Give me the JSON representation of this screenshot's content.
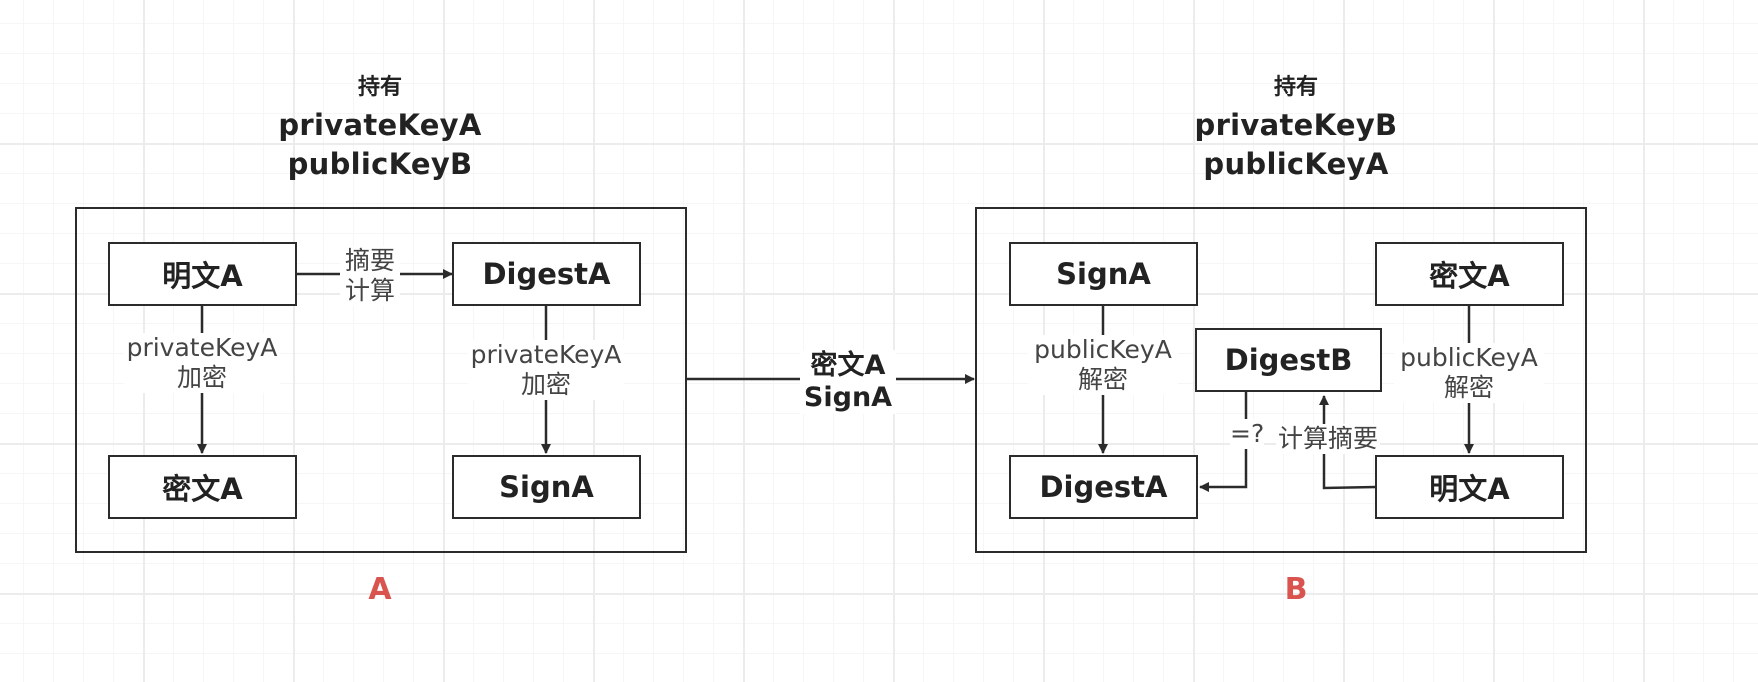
{
  "party_a": {
    "name": "A",
    "header": {
      "line1": "持有",
      "line2": "privateKeyA",
      "line3": "publicKeyB"
    },
    "plaintext": "明文A",
    "digest": "DigestA",
    "ciphertext": "密文A",
    "sign": "SignA",
    "label_digest_calc": {
      "line1": "摘要",
      "line2": "计算"
    },
    "label_encrypt_plain": {
      "line1": "privateKeyA",
      "line2": "加密"
    },
    "label_encrypt_digest": {
      "line1": "privateKeyA",
      "line2": "加密"
    }
  },
  "transfer": {
    "line1": "密文A",
    "line2": "SignA"
  },
  "party_b": {
    "name": "B",
    "header": {
      "line1": "持有",
      "line2": "privateKeyB",
      "line3": "publicKeyA"
    },
    "sign": "SignA",
    "ciphertext": "密文A",
    "digest_b": "DigestB",
    "digest_a": "DigestA",
    "plaintext": "明文A",
    "label_decrypt_sign": {
      "line1": "publicKeyA",
      "line2": "解密"
    },
    "label_decrypt_cipher": {
      "line1": "publicKeyA",
      "line2": "解密"
    },
    "label_compare": "=?",
    "label_compute_digest": "计算摘要"
  },
  "colors": {
    "stroke": "#2b2b2b",
    "party_label": "#d9534f",
    "grid": "#ececec"
  }
}
